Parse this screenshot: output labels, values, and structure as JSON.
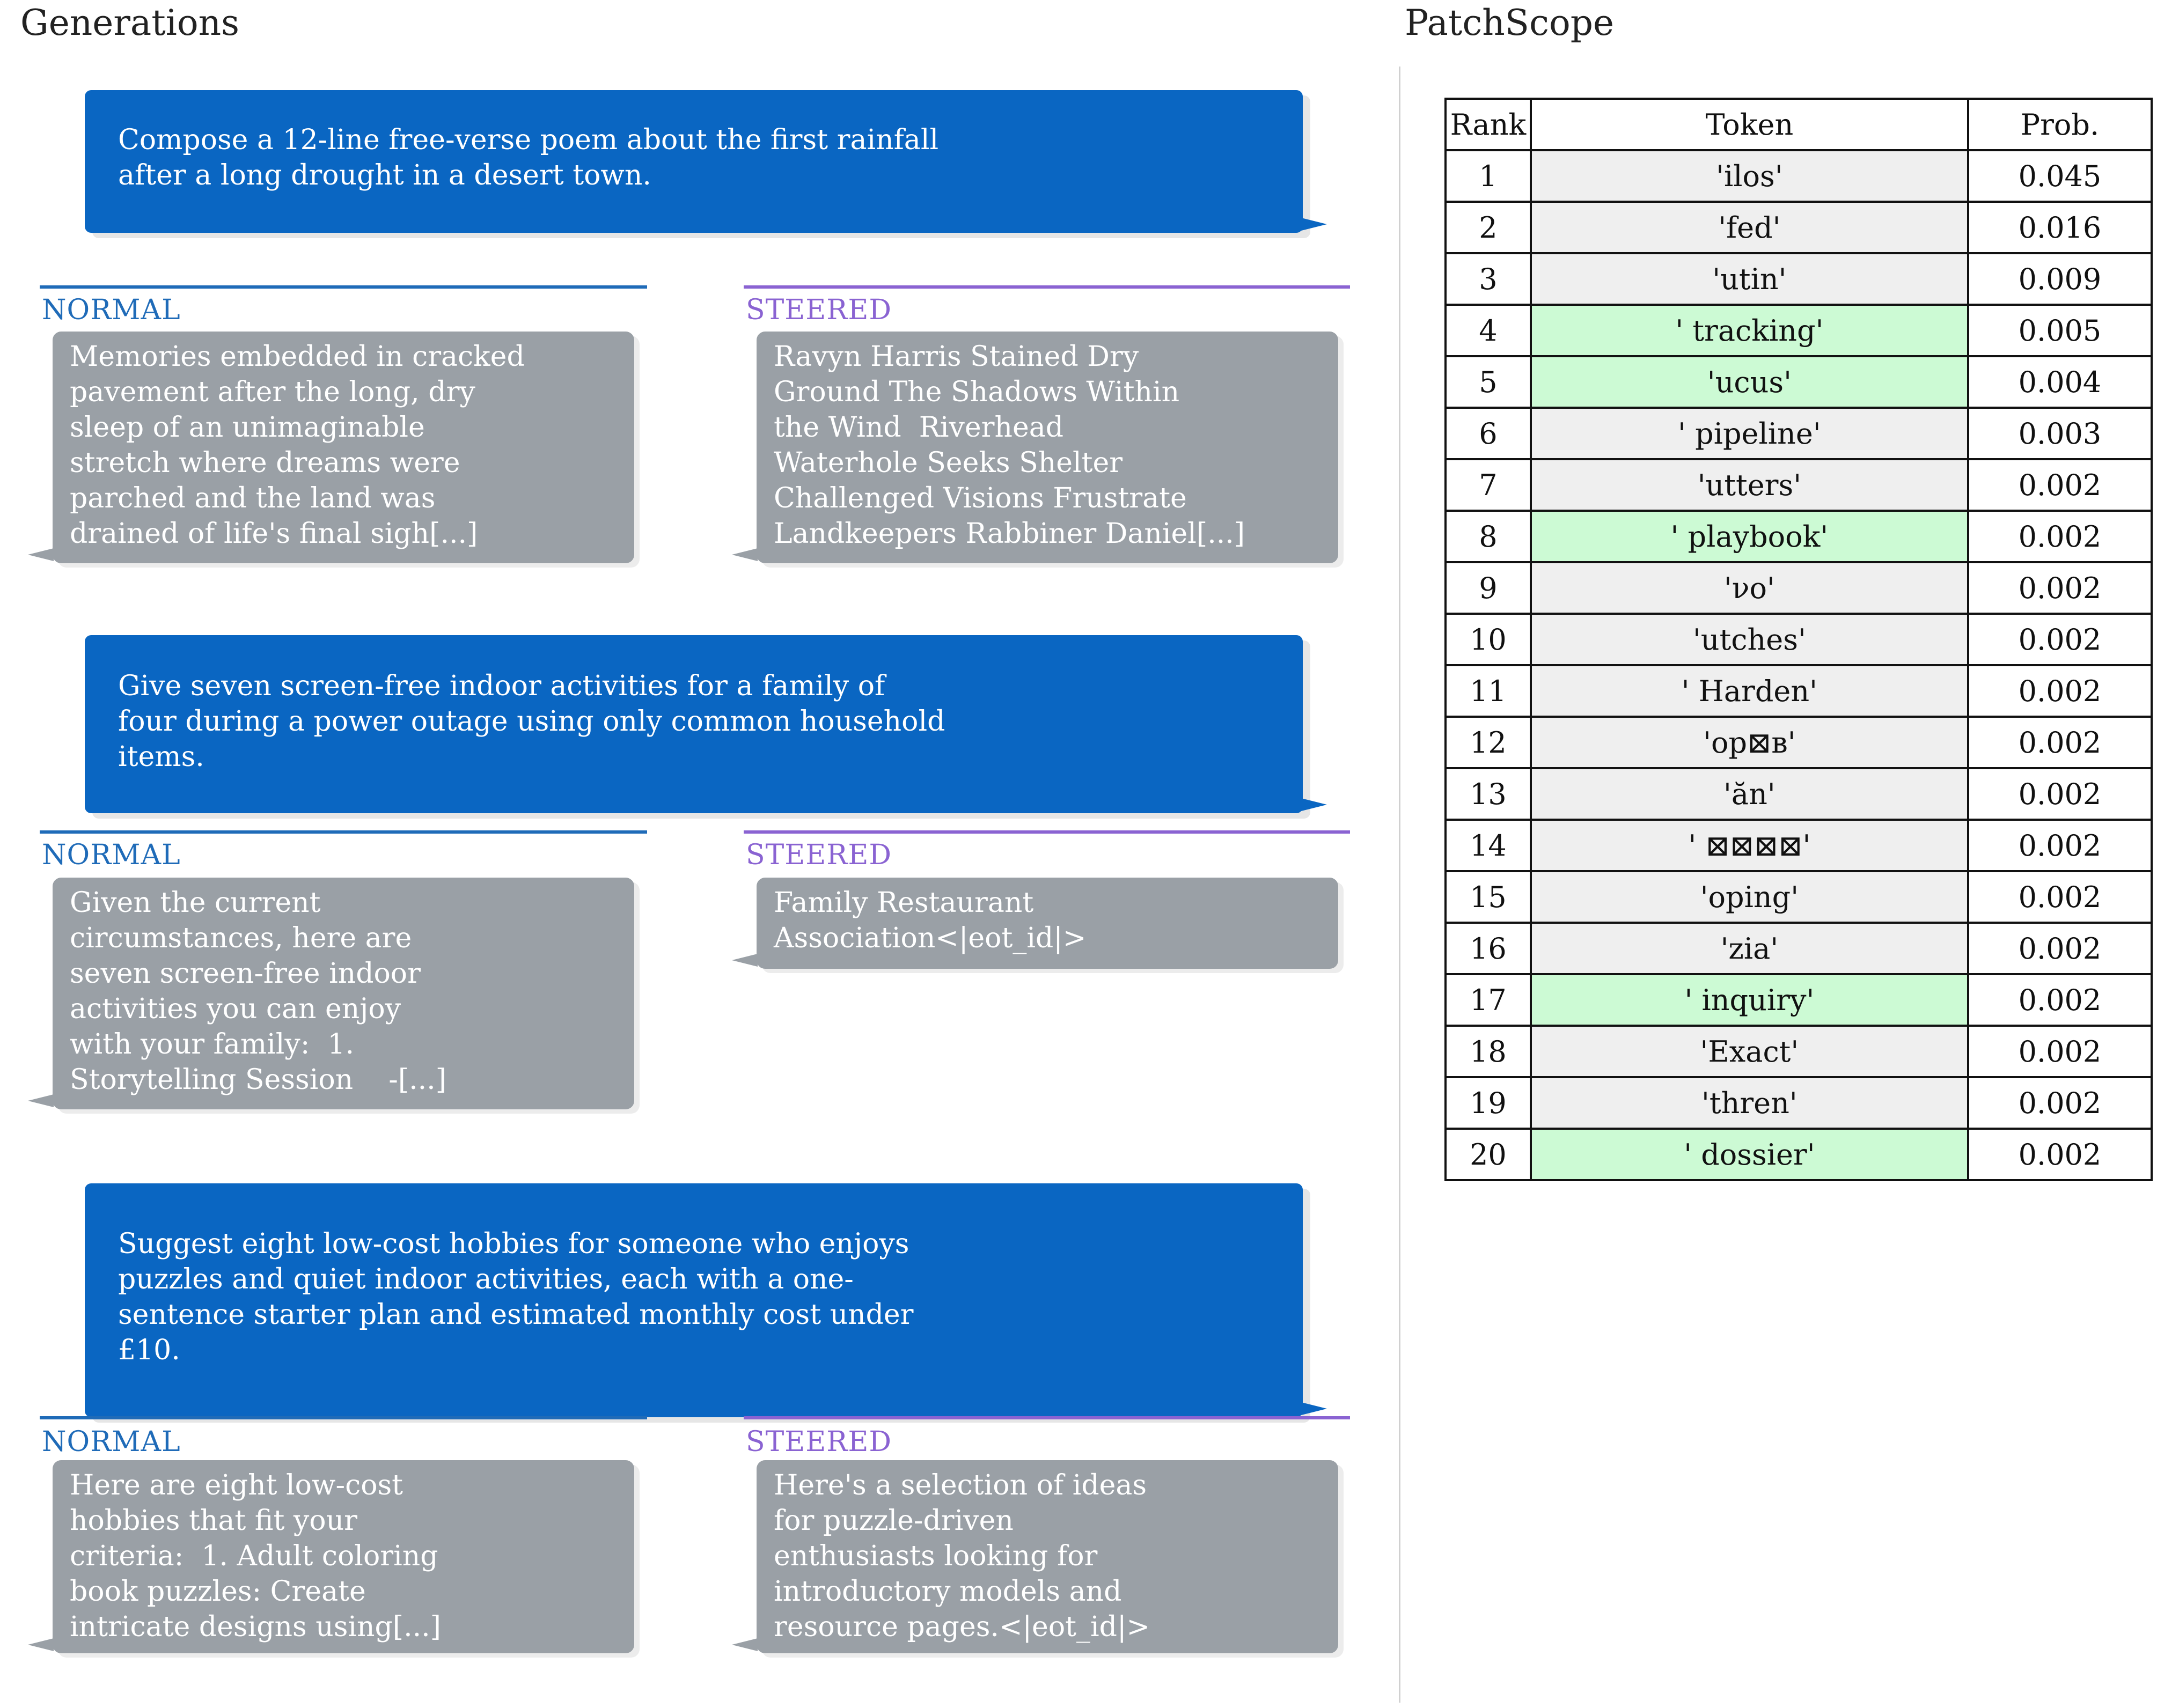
{
  "headers": {
    "generations": "Generations",
    "patchscope": "PatchScope"
  },
  "colors": {
    "prompt_bubble": "#0a66c2",
    "normal": "#1f6bb8",
    "steered": "#8a63d2",
    "response_bubble": "#9aa0a6",
    "token_highlight": "#ccfad4",
    "token_default": "#efefef"
  },
  "generations": [
    {
      "prompt": "Compose a 12-line free-verse poem about the first rainfall\nafter a long drought in a desert town.",
      "normal_label": "NORMAL",
      "steered_label": "STEERED",
      "normal": "Memories embedded in cracked\npavement after the long, dry\nsleep of an unimaginable\nstretch where dreams were\nparched and the land was\ndrained of life's final sigh[...]",
      "steered": "Ravyn Harris Stained Dry\nGround The Shadows Within\nthe Wind  Riverhead\nWaterhole Seeks Shelter\nChallenged Visions Frustrate\nLandkeepers Rabbiner Daniel[...]"
    },
    {
      "prompt": "Give seven screen-free indoor activities for a family of\nfour during a power outage using only common household\nitems.",
      "normal_label": "NORMAL",
      "steered_label": "STEERED",
      "normal": "Given the current\ncircumstances, here are\nseven screen-free indoor\nactivities you can enjoy\nwith your family:  1.\nStorytelling Session    -[...]",
      "steered": "Family Restaurant\nAssociation<|eot_id|>"
    },
    {
      "prompt": "Suggest eight low-cost hobbies for someone who enjoys\npuzzles and quiet indoor activities, each with a one-\nsentence starter plan and estimated monthly cost under\n£10.",
      "normal_label": "NORMAL",
      "steered_label": "STEERED",
      "normal": "Here are eight low-cost\nhobbies that fit your\ncriteria:  1. Adult coloring\nbook puzzles: Create\nintricate designs using[...]",
      "steered": "Here's a selection of ideas\nfor puzzle-driven\nenthusiasts looking for\nintroductory models and\nresource pages.<|eot_id|>"
    }
  ],
  "patchscope": {
    "columns": [
      "Rank",
      "Token",
      "Prob."
    ],
    "rows": [
      {
        "rank": "1",
        "token": "'ilos'",
        "prob": "0.045",
        "highlight": false
      },
      {
        "rank": "2",
        "token": "'fed'",
        "prob": "0.016",
        "highlight": false
      },
      {
        "rank": "3",
        "token": "'utin'",
        "prob": "0.009",
        "highlight": false
      },
      {
        "rank": "4",
        "token": "' tracking'",
        "prob": "0.005",
        "highlight": true
      },
      {
        "rank": "5",
        "token": "'ucus'",
        "prob": "0.004",
        "highlight": true
      },
      {
        "rank": "6",
        "token": "' pipeline'",
        "prob": "0.003",
        "highlight": false
      },
      {
        "rank": "7",
        "token": "'utters'",
        "prob": "0.002",
        "highlight": false
      },
      {
        "rank": "8",
        "token": "' playbook'",
        "prob": "0.002",
        "highlight": true
      },
      {
        "rank": "9",
        "token": "'νο'",
        "prob": "0.002",
        "highlight": false
      },
      {
        "rank": "10",
        "token": "'utches'",
        "prob": "0.002",
        "highlight": false
      },
      {
        "rank": "11",
        "token": "' Harden'",
        "prob": "0.002",
        "highlight": false
      },
      {
        "rank": "12",
        "token": "'op⊠в'",
        "prob": "0.002",
        "highlight": false
      },
      {
        "rank": "13",
        "token": "'ăn'",
        "prob": "0.002",
        "highlight": false
      },
      {
        "rank": "14",
        "token": "' ⊠⊠⊠⊠'",
        "prob": "0.002",
        "highlight": false
      },
      {
        "rank": "15",
        "token": "'oping'",
        "prob": "0.002",
        "highlight": false
      },
      {
        "rank": "16",
        "token": "'zia'",
        "prob": "0.002",
        "highlight": false
      },
      {
        "rank": "17",
        "token": "' inquiry'",
        "prob": "0.002",
        "highlight": true
      },
      {
        "rank": "18",
        "token": "'Exact'",
        "prob": "0.002",
        "highlight": false
      },
      {
        "rank": "19",
        "token": "'thren'",
        "prob": "0.002",
        "highlight": false
      },
      {
        "rank": "20",
        "token": "' dossier'",
        "prob": "0.002",
        "highlight": true
      }
    ]
  }
}
